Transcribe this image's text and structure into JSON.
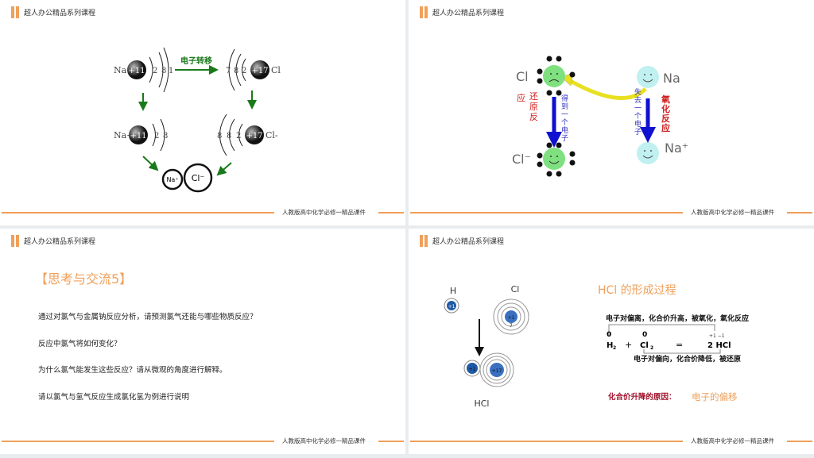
{
  "header_title": "超人办公精品系列课程",
  "footer_text": "人教版高中化学必修一精品课件",
  "colors": {
    "accent": "#f0a05a",
    "green_arrow": "#1a7a1a",
    "blue_arrow": "#1010d0",
    "red": "#d02020",
    "dark_red": "#a0102a"
  },
  "slide1": {
    "transfer_label": "电子转移",
    "na": "Na",
    "na_nucleus": "+11",
    "na_shells": [
      "2",
      "8",
      "1"
    ],
    "cl": "Cl",
    "cl_nucleus": "+17",
    "cl_shells": [
      "7",
      "8",
      "2"
    ],
    "na_ion": "Na+",
    "na_ion_shells": [
      "2",
      "8"
    ],
    "cl_ion": "Cl-",
    "cl_ion_shells": [
      "8",
      "8",
      "2"
    ],
    "ion_na": "Na⁺",
    "ion_cl": "Cl⁻"
  },
  "slide2": {
    "cl": "Cl",
    "na": "Na",
    "cl_ion": "Cl⁻",
    "na_ion": "Na⁺",
    "gain": "得到一个电子",
    "lose": "失去一个电子",
    "reduction": [
      "应",
      "还原反"
    ],
    "oxidation": "氧化反应"
  },
  "slide3": {
    "title": "【思考与交流5】",
    "lines": [
      "通过对氯气与金属钠反应分析，请预测氯气还能与哪些物质反应？",
      "反应中氯气将如何变化？",
      "为什么氯气能发生这些反应？请从微观的角度进行解释。",
      "请以氯气与氢气反应生成氯化氢为例进行说明"
    ]
  },
  "slide4": {
    "h": "H",
    "cl": "Cl",
    "h_nucleus": "+1",
    "cl_nucleus": "+1",
    "cl_inner": "7",
    "hcl_h": "+1",
    "hcl_cl": "+17",
    "hcl": "HCl",
    "title": "HCl 的形成过程",
    "top_note": "电子对偏离，化合价升高，被氧化，氧化反应",
    "val_h": "0",
    "val_cl": "0",
    "val_hcl": "+1 −1",
    "eq_h": "H",
    "eq_plus": "+",
    "eq_cl": "Cl",
    "eq_sub": "2",
    "eq_eq": "=",
    "eq_prod": "2 HCl",
    "bottom_note": "电子对偏向，化合价降低，被还原",
    "reason_label": "化合价升降的原因：",
    "reason_value": "电子的偏移"
  }
}
